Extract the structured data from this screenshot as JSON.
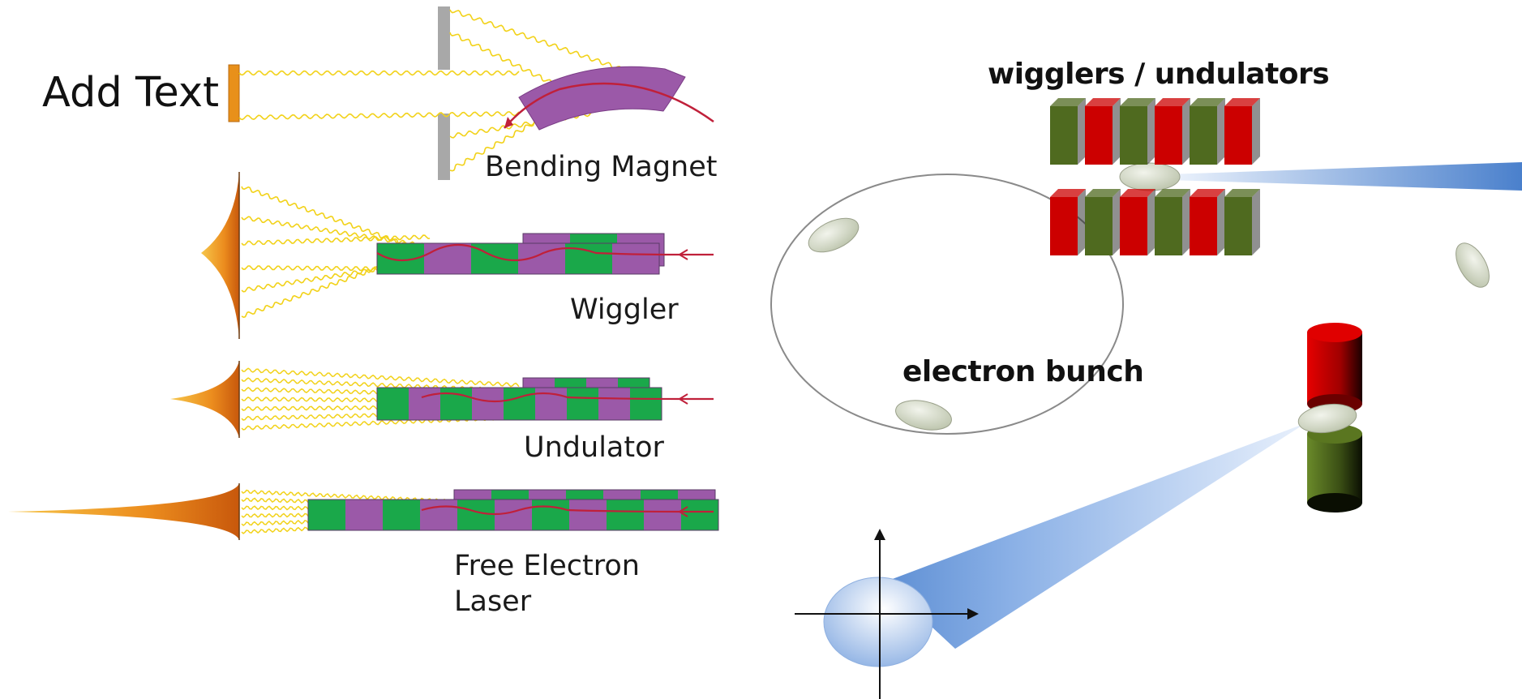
{
  "left_panel": {
    "add_text": "Add Text",
    "bending_magnet": "Bending Magnet",
    "wiggler": "Wiggler",
    "undulator": "Undulator",
    "fel_line1": "Free Electron",
    "fel_line2": "Laser"
  },
  "right_panel": {
    "wigglers_label": "wigglers / undulators",
    "bunch_label": "electron bunch"
  },
  "colors": {
    "magnet_purple": "#9b59a8",
    "magnet_green": "#1aa84a",
    "radiation_yellow": "#f2d21a",
    "electron_path_red": "#c0203a",
    "screen_orange": "#e8901a",
    "slit_gray": "#a8a8a8",
    "pole_red": "#cc0000",
    "pole_green": "#4f6a1f",
    "bunch_fill": "#d6dcca",
    "beam_blue": "#6a9ad8"
  },
  "icons": [
    "bending-magnet-icon",
    "wiggler-icon",
    "undulator-icon",
    "fel-icon",
    "storage-ring-icon",
    "axis-arrows-icon"
  ]
}
